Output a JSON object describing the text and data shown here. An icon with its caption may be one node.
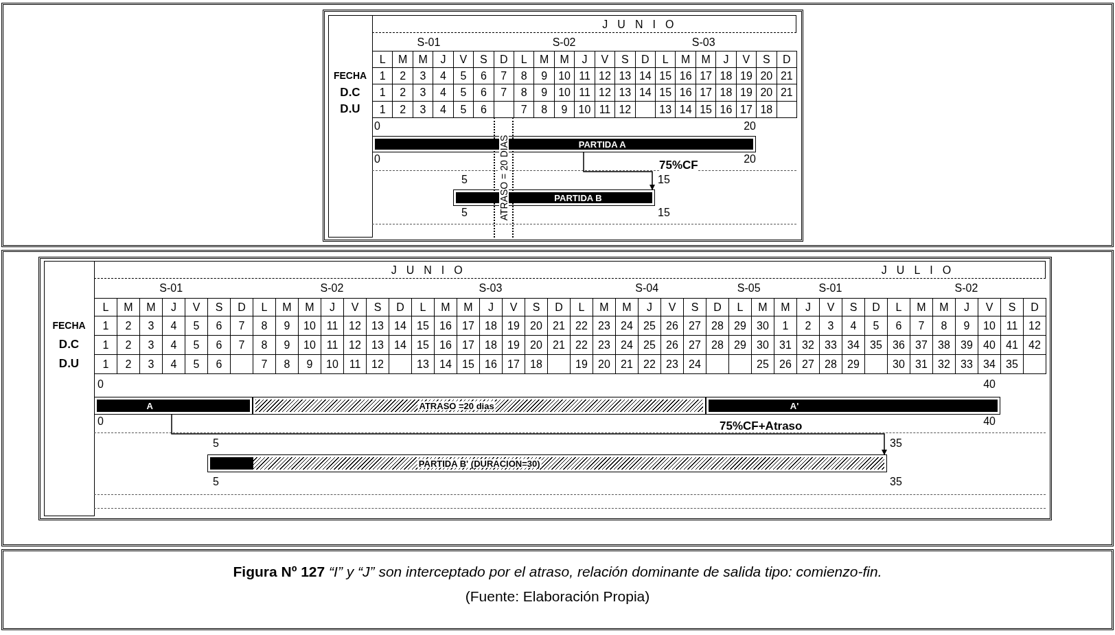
{
  "diagram": {
    "caption": "**Figura Nº 127** *“I” y “J” son interceptado por el atraso, relación dominante de salida tipo: comienzo-fin.*",
    "nodes": [
      {
        "text": [
          "PARTIDA A"
        ],
        "beside": [
          "0",
          "20",
          "0",
          "20"
        ]
      },
      {
        "text": [
          "ATRASO = 20 DIAS"
        ]
      },
      {
        "text": [
          "PARTIDA B"
        ],
        "beside": [
          "5",
          "15",
          "5",
          "15"
        ]
      },
      {
        "text": [
          "A"
        ],
        "beside": [
          "0",
          "0"
        ]
      },
      {
        "text": [
          "ATRASO =20 dias"
        ]
      },
      {
        "text": [
          "A'"
        ],
        "beside": [
          "40",
          "40"
        ]
      },
      {
        "text": [
          "PARTIDA B' (DURACION=30)"
        ],
        "beside": [
          "5",
          "35",
          "5",
          "35"
        ]
      }
    ],
    "edges": [
      {
        "from": 0,
        "to": 2,
        "arrow": "to",
        "label": "75%CF"
      },
      {
        "from": 3,
        "to": 6,
        "arrow": "to",
        "label": "75%CF+Atraso"
      }
    ],
    "labels": [
      "JUNIO",
      "S-01",
      "S-02",
      "S-03",
      "L",
      "M",
      "M",
      "J",
      "V",
      "S",
      "D",
      "L",
      "M",
      "M",
      "J",
      "V",
      "S",
      "D",
      "L",
      "M",
      "M",
      "J",
      "V",
      "S",
      "D",
      "FECHA",
      "1",
      "2",
      "3",
      "4",
      "5",
      "6",
      "7",
      "8",
      "9",
      "10",
      "11",
      "12",
      "13",
      "14",
      "15",
      "16",
      "17",
      "18",
      "19",
      "20",
      "21",
      "D.C",
      "1",
      "2",
      "3",
      "4",
      "5",
      "6",
      "7",
      "8",
      "9",
      "10",
      "11",
      "12",
      "13",
      "14",
      "15",
      "16",
      "17",
      "18",
      "19",
      "20",
      "21",
      "D.U",
      "1",
      "2",
      "3",
      "4",
      "5",
      "6",
      "7",
      "8",
      "9",
      "10",
      "11",
      "12",
      "13",
      "14",
      "15",
      "16",
      "17",
      "18",
      "JUNIO",
      "JULIO",
      "S-01",
      "S-02",
      "S-03",
      "S-04",
      "S-05",
      "S-01",
      "S-02",
      "L",
      "M",
      "M",
      "J",
      "V",
      "S",
      "D",
      "L",
      "M",
      "M",
      "J",
      "V",
      "S",
      "D",
      "L",
      "M",
      "M",
      "J",
      "V",
      "S",
      "D",
      "L",
      "M",
      "M",
      "J",
      "V",
      "S",
      "D",
      "L",
      "M",
      "M",
      "J",
      "V",
      "S",
      "D",
      "L",
      "M",
      "M",
      "J",
      "V",
      "S",
      "D",
      "FECHA",
      "1",
      "2",
      "3",
      "4",
      "5",
      "6",
      "7",
      "8",
      "9",
      "10",
      "11",
      "12",
      "13",
      "14",
      "15",
      "16",
      "17",
      "18",
      "19",
      "20",
      "21",
      "22",
      "23",
      "24",
      "25",
      "26",
      "27",
      "28",
      "29",
      "30",
      "1",
      "2",
      "3",
      "4",
      "5",
      "6",
      "7",
      "8",
      "9",
      "10",
      "11",
      "12",
      "D.C",
      "1",
      "2",
      "3",
      "4",
      "5",
      "6",
      "7",
      "8",
      "9",
      "10",
      "11",
      "12",
      "13",
      "14",
      "15",
      "16",
      "17",
      "18",
      "19",
      "20",
      "21",
      "22",
      "23",
      "24",
      "25",
      "26",
      "27",
      "28",
      "29",
      "30",
      "31",
      "32",
      "33",
      "34",
      "35",
      "36",
      "37",
      "38",
      "39",
      "40",
      "41",
      "42",
      "D.U",
      "1",
      "2",
      "3",
      "4",
      "5",
      "6",
      "7",
      "8",
      "9",
      "10",
      "11",
      "12",
      "13",
      "14",
      "15",
      "16",
      "17",
      "18",
      "19",
      "20",
      "21",
      "22",
      "23",
      "24",
      "25",
      "26",
      "27",
      "28",
      "29",
      "30",
      "31",
      "32",
      "33",
      "34",
      "35",
      "(Fuente: Elaboración Propia)"
    ]
  }
}
